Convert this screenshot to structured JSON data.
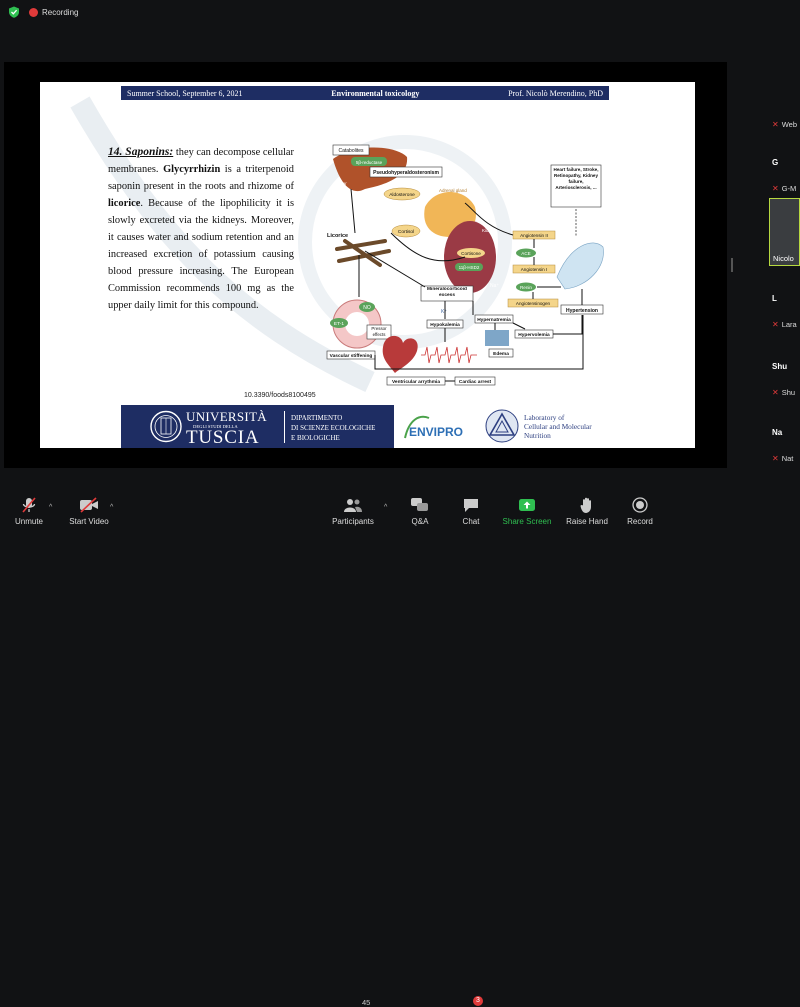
{
  "topbar": {
    "recording_label": "Recording"
  },
  "slide": {
    "header": {
      "left": "Summer School, September 6, 2021",
      "center": "Environmental toxicology",
      "right": "Prof. Nicolò Merendino, PhD"
    },
    "body": {
      "title": "14. Saponins:",
      "p1": " they can decompose cellular membranes. ",
      "b1": "Glycyrrhizin",
      "p2": " is a triterpenoid saponin present in the roots and rhizome of ",
      "b2": "licorice",
      "p3": ". Because of the lipophilicity it is slowly excreted via the kidneys. Moreover, it causes water and sodium retention and an increased excretion of potassium causing blood pressure increasing. The European Commission recommends 100 mg as the upper daily limit for this compound."
    },
    "doi": "10.3390/foods8100495",
    "diagram": {
      "catabolites": "Catabolites",
      "pseudo": "Pseudohyperaldosteronism",
      "reductase": "5β-reductase",
      "liver": "Liver",
      "aldosterone": "Aldosterone",
      "adrenal": "Adrenal gland",
      "cortisol": "Cortisol",
      "licorice": "Licorice",
      "kidney": "Kidney",
      "ang2": "Angiotensin II",
      "ace": "ACE",
      "ang1": "Angiotensin I",
      "renin": "Renin",
      "angiotensinogen": "Angiotensinogen",
      "cortisone": "Cortisone",
      "hsd2": "11β-HSD2",
      "mineral": "Mineralocorticoid excess",
      "na": "Na⁺",
      "k": "K⁺",
      "hypokalemia": "Hypokalemia",
      "hypernatremia": "Hypernatremia",
      "hypervolemia": "Hypervolemia",
      "edema": "Edema",
      "hypertension": "Hypertension",
      "no": "NO",
      "et1": "ET-1",
      "pressor": "Pressor effects",
      "vascular": "Vascular stiffening",
      "ventricular": "Ventricular arrythmia",
      "cardiac": "Cardiac arrest",
      "heart": "Heart failure, Stroke, Retinopathy, Kidney failure, Arteriosclerosis, ..."
    },
    "footer": {
      "uni": "UNIVERSITÀ",
      "uni_sub": "DEGLI STUDI DELLA",
      "tuscia": "TUSCIA",
      "dept1": "DIPARTIMENTO",
      "dept2": "DI SCIENZE ECOLOGICHE",
      "dept3": "E BIOLOGICHE",
      "envipro": "ENVIPRO",
      "lab1": "Laboratory of",
      "lab2": "Cellular and Molecular",
      "lab3": "Nutrition"
    }
  },
  "participants_panel": [
    {
      "side": "",
      "name": "Web"
    },
    {
      "side": "G",
      "name": "G-M"
    },
    {
      "video_name": "Nicolo"
    },
    {
      "side": "L",
      "name": "Lara"
    },
    {
      "side": "Shu",
      "name": "Shu"
    },
    {
      "side": "Na",
      "name": "Nat"
    }
  ],
  "toolbar": {
    "unmute": "Unmute",
    "start_video": "Start Video",
    "participants": "Participants",
    "participants_count": "45",
    "qa": "Q&A",
    "chat": "Chat",
    "chat_badge": "3",
    "share": "Share Screen",
    "raise": "Raise Hand",
    "record": "Record"
  },
  "colors": {
    "share_green": "#2fbf51",
    "slide_navy": "#1e2d63",
    "alert_red": "#e03a3a"
  }
}
